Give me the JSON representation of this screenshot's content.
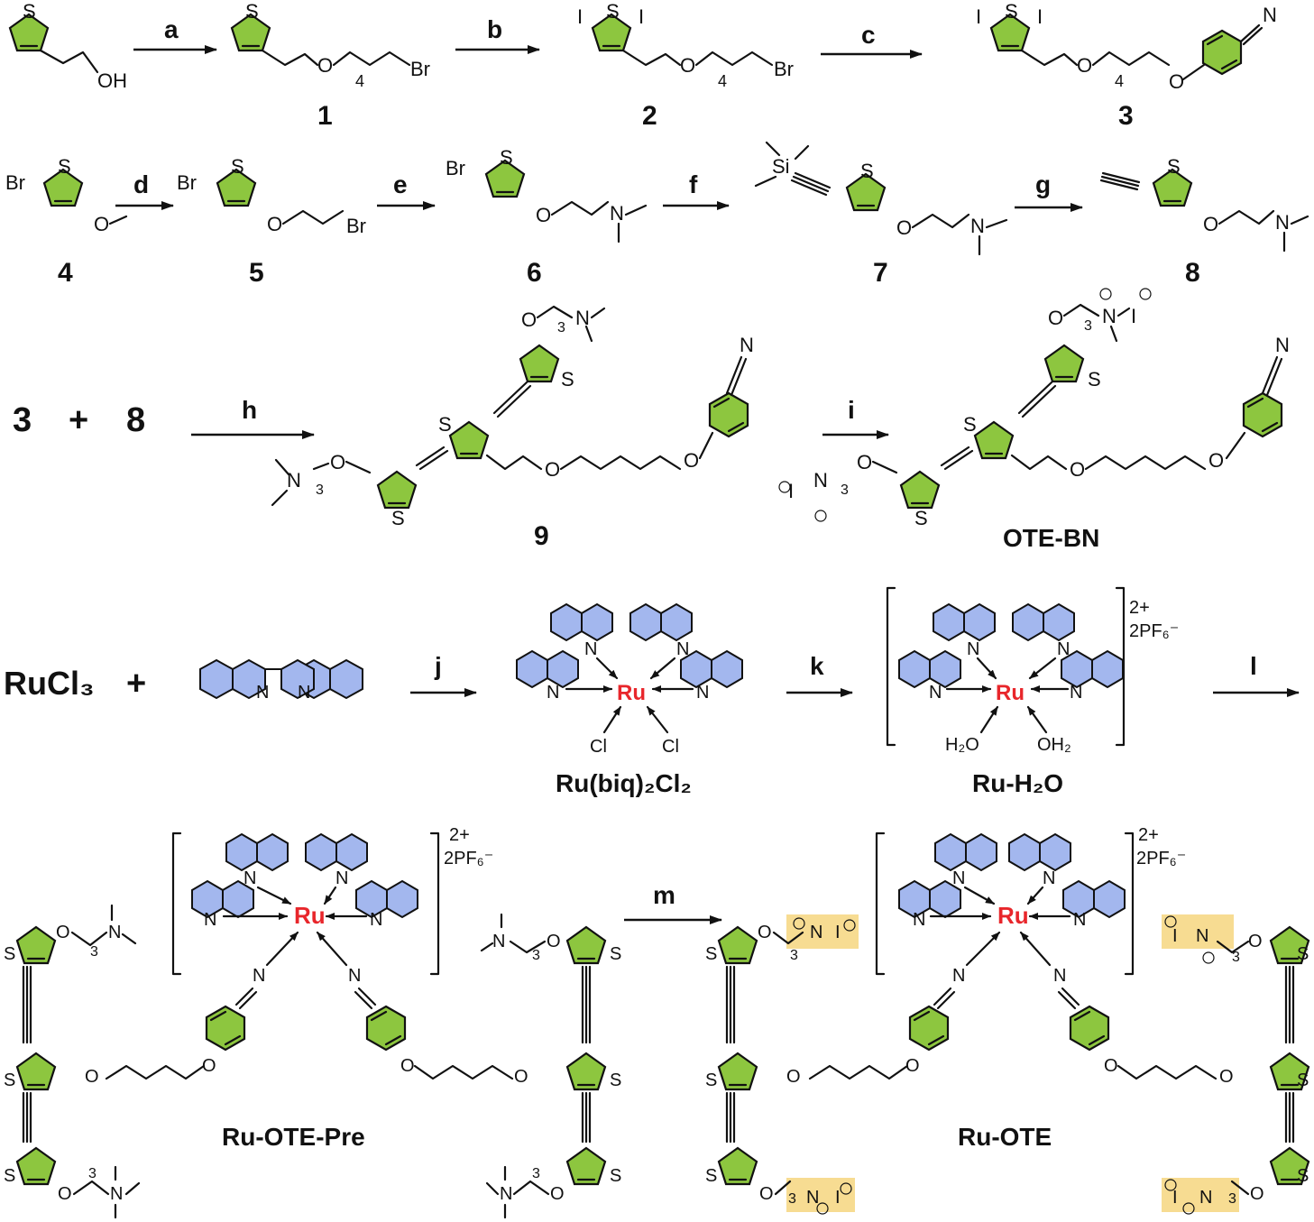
{
  "colors": {
    "thiophene": "#8dc63f",
    "quinoline": "#a3b7ee",
    "ruthenium": "#e8262b",
    "highlight": "#f7dc92"
  },
  "steps": [
    "a",
    "b",
    "c",
    "d",
    "e",
    "f",
    "g",
    "h",
    "i",
    "j",
    "k",
    "l",
    "m"
  ],
  "compounds": {
    "c1": "1",
    "c2": "2",
    "c3": "3",
    "c4": "4",
    "c5": "5",
    "c6": "6",
    "c7": "7",
    "c8": "8",
    "c9": "9",
    "ote_bn": "OTE-BN",
    "ru_biq": "Ru(biq)₂Cl₂",
    "ru_h2o": "Ru-H₂O",
    "ru_ote_pre": "Ru-OTE-Pre",
    "ru_ote": "Ru-OTE"
  },
  "row3": {
    "reactant_a": "3",
    "plus": "+",
    "reactant_b": "8"
  },
  "row4": {
    "rucl3": "RuCl₃",
    "plus": "+"
  },
  "atoms": {
    "S": "S",
    "I": "I",
    "Br": "Br",
    "O": "O",
    "N": "N",
    "OH": "OH",
    "Si": "Si",
    "Cl": "Cl",
    "Ru": "Ru",
    "H2O": "H₂O",
    "OH2": "OH₂",
    "n4": "4",
    "n3": "3",
    "charge": "2+",
    "counter": "2PF₆⁻"
  }
}
